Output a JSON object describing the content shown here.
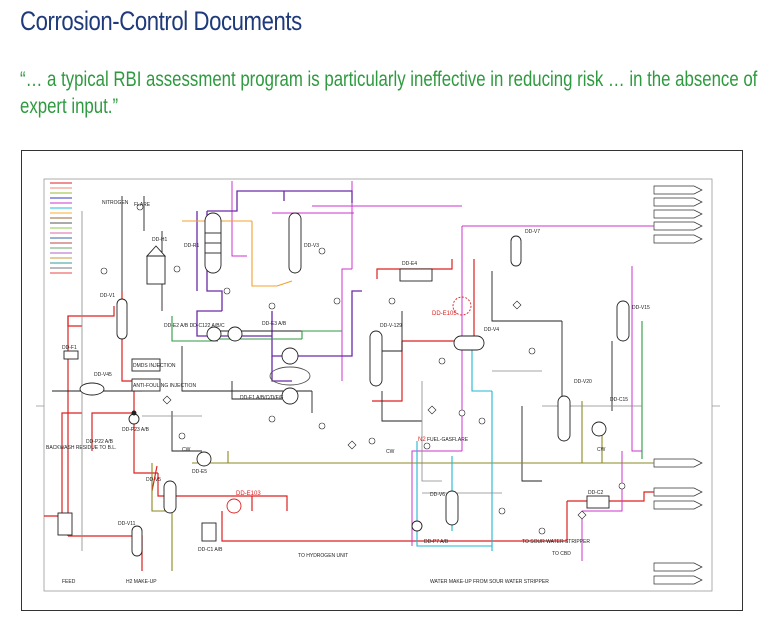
{
  "header": {
    "title": "Corrosion-Control Documents",
    "quote": "“… a typical RBI assessment program is particularly ineffective in reducing risk … in the absence of expert input.”"
  },
  "diagram": {
    "labels": {
      "nitrogen": "NITROGEN",
      "flare": "FLARE",
      "v1": "DD-V1",
      "f1": "DD-F1",
      "v45": "DD-V45",
      "p23": "DD-P23 A/B",
      "p22": "DD-P22 A/B",
      "dmds": "DMDS INJECTION",
      "antifouling": "ANTI-FOULING INJECTION",
      "h1": "DD-H1",
      "r1": "DD-R1",
      "r3": "DD-V3",
      "e2": "DD-E2 A/B DD-C122 A/B/C",
      "e3": "DD-E3 A/B",
      "e1": "DD-E1 A/B/C/D/E/F",
      "e4": "DD-E4",
      "v129": "DD-V-129",
      "e105": "DD-E105",
      "v4": "DD-V4",
      "v7": "DD-V7",
      "v15": "DD-V15",
      "v20": "DD-V20",
      "c15": "DD-C15",
      "c2": "DD-C2",
      "e5": "DD-E5",
      "v5": "DD-V5",
      "v6": "DD-V6",
      "p7": "DD-P7 A/B",
      "c1": "DD-C1 A/B",
      "v11": "DD-V11",
      "e103": "DD-E103",
      "n2": "N2",
      "fuel_gas": "FUEL-GAS",
      "flare2": "FLARE",
      "backwash": "BACKWASH RESIDUE TO B.L.",
      "feed": "FEED",
      "h2makeup": "H2 MAKE-UP",
      "to_hydrogen": "TO HYDROGEN UNIT",
      "water_makeup": "WATER MAKE-UP FROM SOUR WATER STRIPPER",
      "to_sour": "TO SOUR WATER STRIPPER",
      "to_cbd": "TO CBD",
      "cw": "CW",
      "cw2": "CW",
      "cw3": "CW"
    }
  }
}
